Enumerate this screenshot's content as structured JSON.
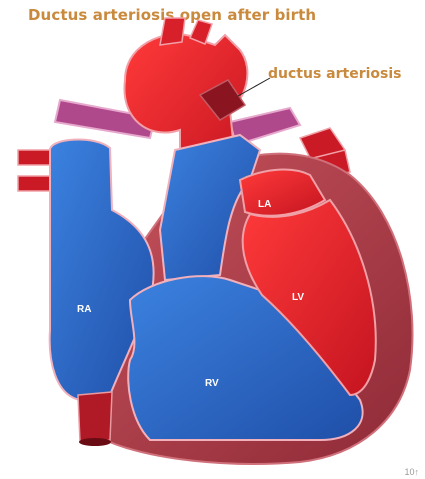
{
  "title": "Ductus arteriosis open after birth",
  "callout": "ductus arteriosis",
  "chambers": {
    "ra": "RA",
    "rv": "RV",
    "la": "LA",
    "lv": "LV"
  },
  "corner_mark": "10↑",
  "colors": {
    "oxygenated": "#d8202a",
    "deoxygenated": "#2e6cc8",
    "myocardium": "#b23a48",
    "ductus": "#8a1420",
    "pulmonary": "#b0488c",
    "title_text": "#c98a3e",
    "outline": "#e89aa0"
  }
}
